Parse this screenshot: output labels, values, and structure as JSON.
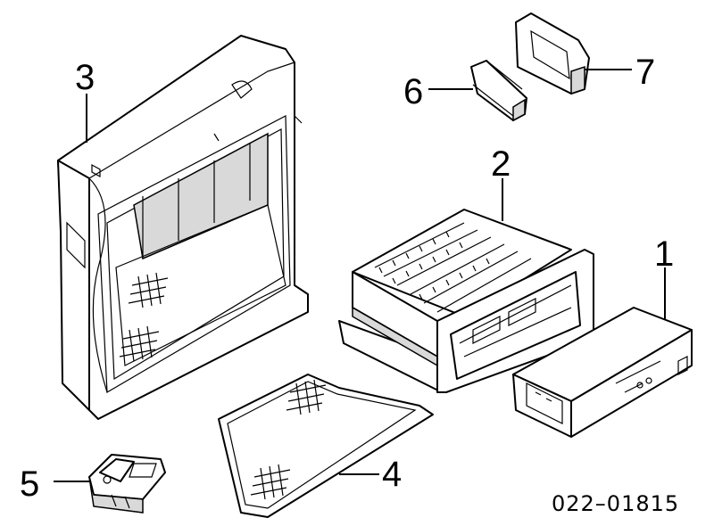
{
  "diagram": {
    "callouts": [
      {
        "id": "1",
        "label": "1"
      },
      {
        "id": "2",
        "label": "2"
      },
      {
        "id": "3",
        "label": "3"
      },
      {
        "id": "4",
        "label": "4"
      },
      {
        "id": "5",
        "label": "5"
      },
      {
        "id": "6",
        "label": "6"
      },
      {
        "id": "7",
        "label": "7"
      }
    ],
    "diagram_code": "022–01815"
  }
}
